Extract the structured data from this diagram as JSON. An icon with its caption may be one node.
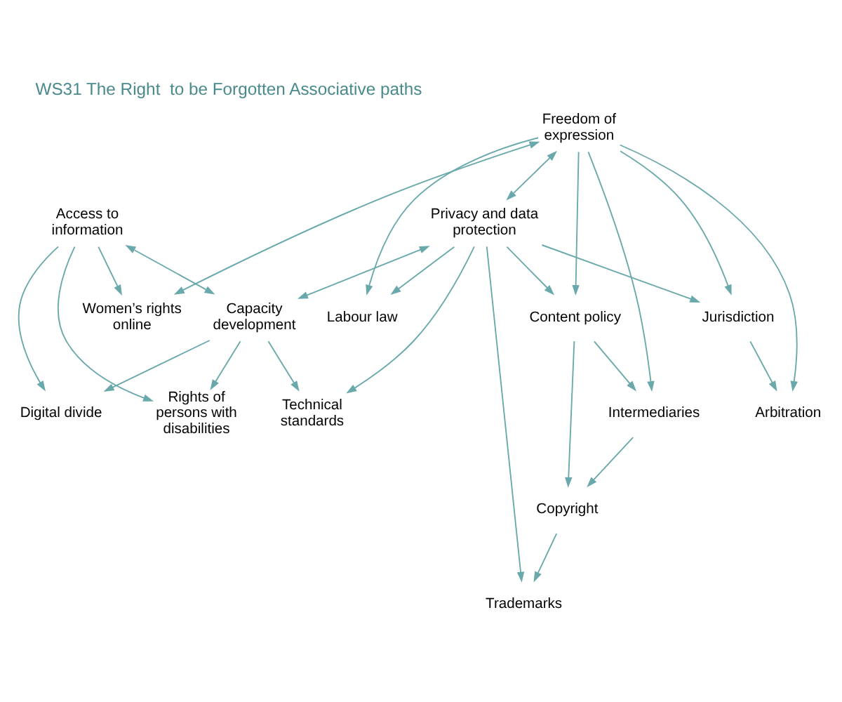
{
  "diagram": {
    "title": "WS31 The Right  to be Forgotten Associative paths",
    "nodes": [
      {
        "text": [
          "Freedom of expression"
        ]
      },
      {
        "text": [
          "Access to information"
        ]
      },
      {
        "text": [
          "Privacy and data protection"
        ]
      },
      {
        "text": [
          "Women’s rights online"
        ]
      },
      {
        "text": [
          "Capacity development"
        ]
      },
      {
        "text": [
          "Labour law"
        ]
      },
      {
        "text": [
          "Content policy"
        ]
      },
      {
        "text": [
          "Jurisdiction"
        ]
      },
      {
        "text": [
          "Digital divide"
        ]
      },
      {
        "text": [
          "Rights of persons with disabilities"
        ]
      },
      {
        "text": [
          "Technical standards"
        ]
      },
      {
        "text": [
          "Intermediaries"
        ]
      },
      {
        "text": [
          "Arbitration"
        ]
      },
      {
        "text": [
          "Copyright"
        ]
      },
      {
        "text": [
          "Trademarks"
        ]
      }
    ],
    "edges": [
      {
        "from": 0,
        "to": 3,
        "arrow": "both"
      },
      {
        "from": 0,
        "to": 2,
        "arrow": "both"
      },
      {
        "from": 0,
        "to": 5,
        "arrow": "to"
      },
      {
        "from": 0,
        "to": 6,
        "arrow": "to"
      },
      {
        "from": 0,
        "to": 11,
        "arrow": "to"
      },
      {
        "from": 0,
        "to": 7,
        "arrow": "to"
      },
      {
        "from": 0,
        "to": 12,
        "arrow": "to"
      },
      {
        "from": 1,
        "to": 3,
        "arrow": "to"
      },
      {
        "from": 1,
        "to": 4,
        "arrow": "both"
      },
      {
        "from": 1,
        "to": 8,
        "arrow": "to"
      },
      {
        "from": 1,
        "to": 9,
        "arrow": "to"
      },
      {
        "from": 2,
        "to": 4,
        "arrow": "both"
      },
      {
        "from": 2,
        "to": 5,
        "arrow": "to"
      },
      {
        "from": 2,
        "to": 6,
        "arrow": "to"
      },
      {
        "from": 2,
        "to": 7,
        "arrow": "to"
      },
      {
        "from": 2,
        "to": 10,
        "arrow": "to"
      },
      {
        "from": 2,
        "to": 14,
        "arrow": "to"
      },
      {
        "from": 4,
        "to": 8,
        "arrow": "to"
      },
      {
        "from": 4,
        "to": 9,
        "arrow": "to"
      },
      {
        "from": 4,
        "to": 10,
        "arrow": "to"
      },
      {
        "from": 6,
        "to": 11,
        "arrow": "to"
      },
      {
        "from": 6,
        "to": 13,
        "arrow": "to"
      },
      {
        "from": 7,
        "to": 12,
        "arrow": "to"
      },
      {
        "from": 11,
        "to": 13,
        "arrow": "to"
      },
      {
        "from": 13,
        "to": 14,
        "arrow": "to"
      }
    ]
  }
}
